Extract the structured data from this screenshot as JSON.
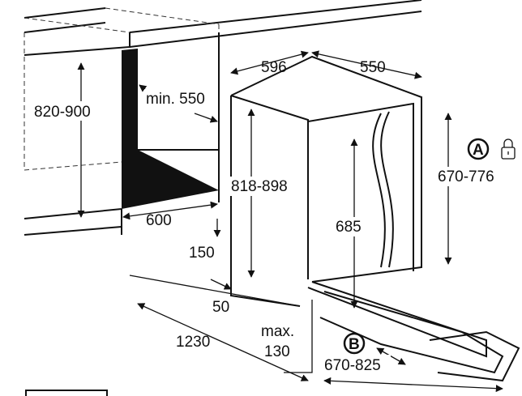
{
  "labels": {
    "niche_height": "820-900",
    "min_depth": "min. 550",
    "niche_width": "600",
    "appliance_width": "596",
    "appliance_depth": "550",
    "appliance_height": "818-898",
    "door_height": "670-776",
    "inner_height": "685",
    "plinth_height": "150",
    "plinth_setback": "50",
    "total_depth": "1230",
    "max_label": "max.",
    "max_value": "130",
    "door_range": "670-825",
    "marker_a": "A",
    "marker_b": "B"
  }
}
